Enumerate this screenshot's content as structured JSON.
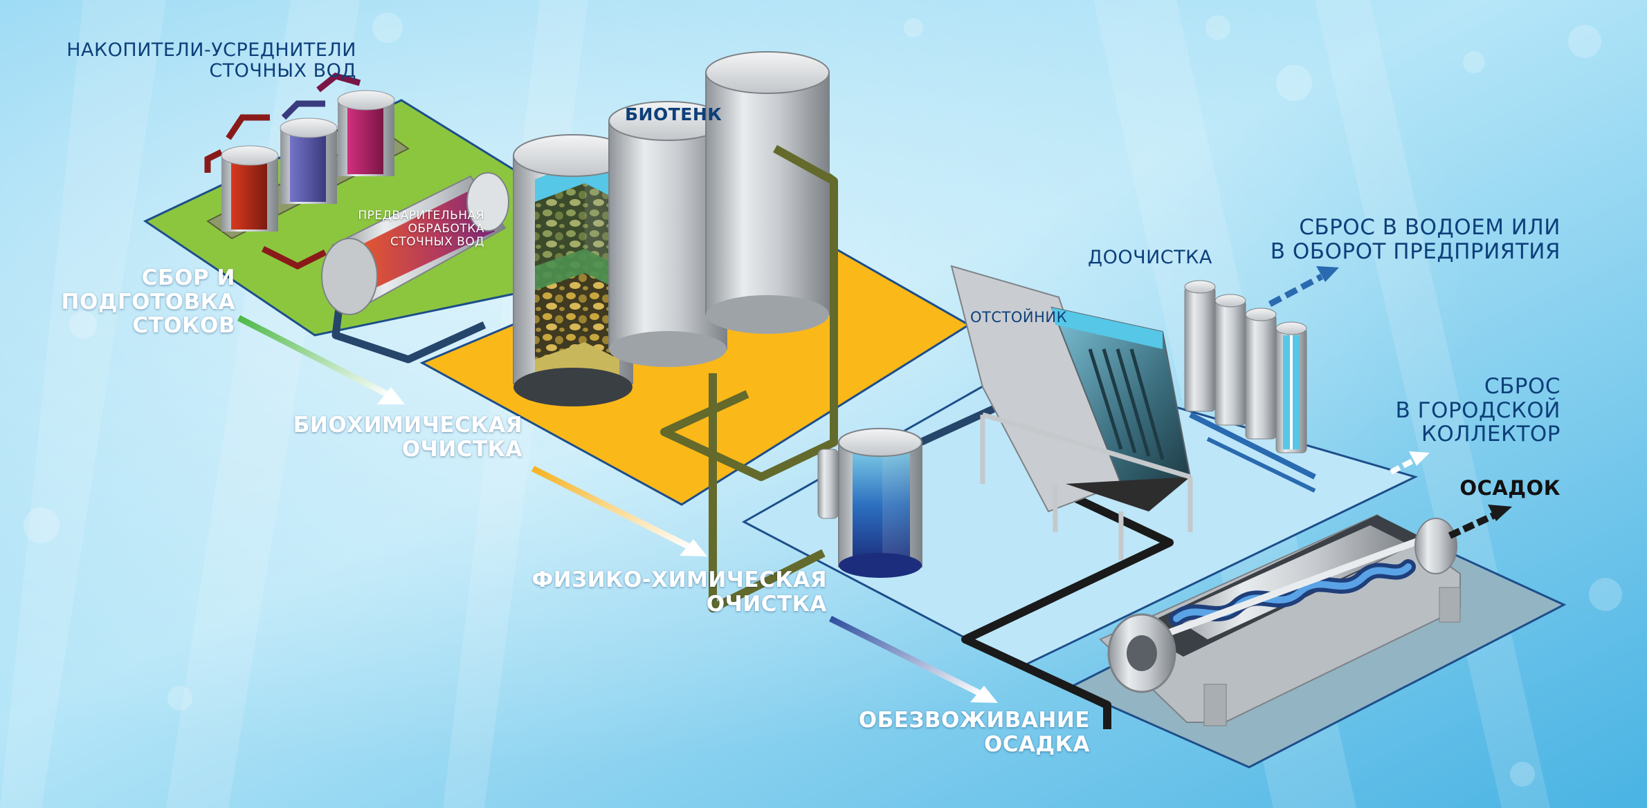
{
  "labels": {
    "storage_tanks": [
      "НАКОПИТЕЛИ-УСРЕДНИТЕЛИ",
      "СТОЧНЫХ ВОД"
    ],
    "collection": [
      "СБОР И",
      "ПОДГОТОВКА",
      "СТОКОВ"
    ],
    "pretreatment": [
      "ПРЕДВАРИТЕЛЬНАЯ",
      "ОБРАБОТКА",
      "СТОЧНЫХ ВОД"
    ],
    "biotank": "БИОТЕНК",
    "biochemical": [
      "БИОХИМИЧЕСКАЯ",
      "ОЧИСТКА"
    ],
    "physchem": [
      "ФИЗИКО-ХИМИЧЕСКАЯ",
      "ОЧИСТКА"
    ],
    "settler": "ОТСТОЙНИК",
    "post_treatment": "ДООЧИСТКА",
    "discharge_reservoir": [
      "СБРОС В ВОДОЕМ ИЛИ",
      "В ОБОРОТ ПРЕДПРИЯТИЯ"
    ],
    "discharge_city": [
      "СБРОС",
      "В ГОРОДСКОЙ",
      "КОЛЛЕКТОР"
    ],
    "sediment": "ОСАДОК",
    "dewatering": [
      "ОБЕЗВОЖИВАНИЕ",
      "ОСАДКА"
    ]
  },
  "colors": {
    "background_light": "#a9e2f7",
    "background_dark": "#3aa9de",
    "green_zone": "#8cc63f",
    "orange_zone": "#fbb819",
    "blue_zone": "#bde6f8",
    "gray_zone": "#93b4c2",
    "label_dark_blue": "#0d3f7a",
    "pipe_olive": "#636a2b",
    "pipe_navy": "#26456b",
    "pipe_black": "#1a1a1a"
  }
}
